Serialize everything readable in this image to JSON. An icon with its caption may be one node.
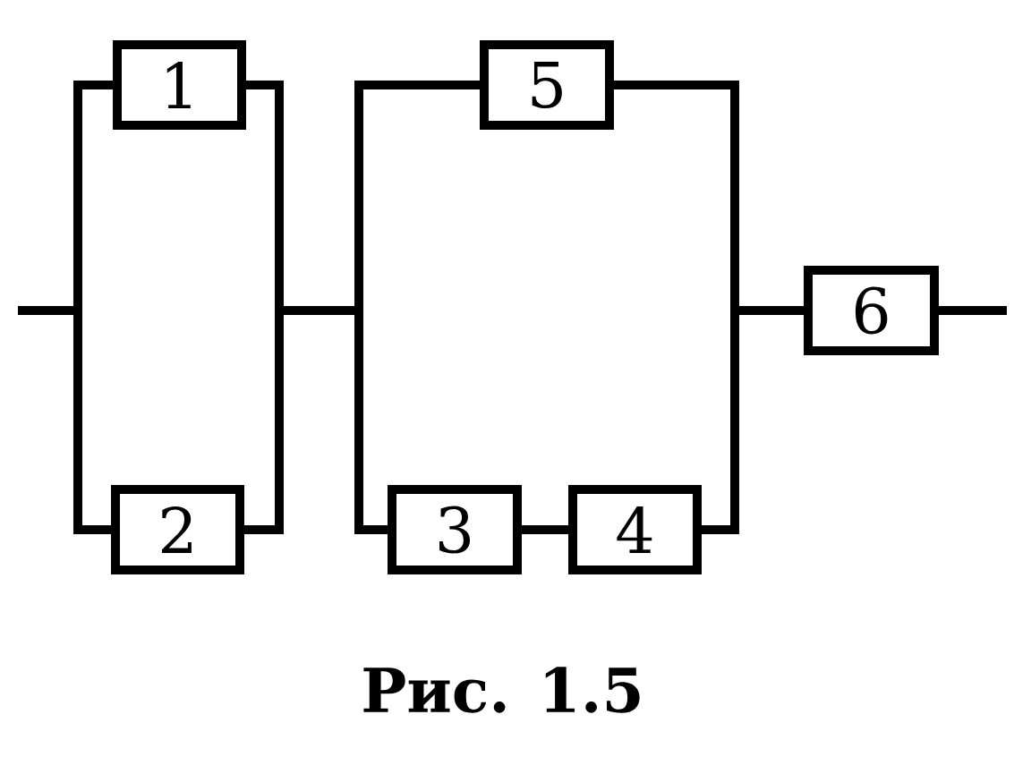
{
  "diagram": {
    "caption": "Рис. 1.5",
    "nodes": [
      {
        "text": [
          "1"
        ]
      },
      {
        "text": [
          "2"
        ]
      },
      {
        "text": [
          "3"
        ]
      },
      {
        "text": [
          "4"
        ]
      },
      {
        "text": [
          "5"
        ]
      },
      {
        "text": [
          "6"
        ]
      }
    ],
    "edges": [
      {
        "from": null,
        "to": 0,
        "arrow": "none"
      },
      {
        "from": null,
        "to": 1,
        "arrow": "none"
      },
      {
        "from": 0,
        "to": 4,
        "arrow": "none"
      },
      {
        "from": 0,
        "to": 2,
        "arrow": "none"
      },
      {
        "from": 1,
        "to": 4,
        "arrow": "none"
      },
      {
        "from": 1,
        "to": 2,
        "arrow": "none"
      },
      {
        "from": 2,
        "to": 3,
        "arrow": "none"
      },
      {
        "from": 4,
        "to": 5,
        "arrow": "none"
      },
      {
        "from": 3,
        "to": 5,
        "arrow": "none"
      },
      {
        "from": 5,
        "to": null,
        "arrow": "none"
      }
    ]
  }
}
